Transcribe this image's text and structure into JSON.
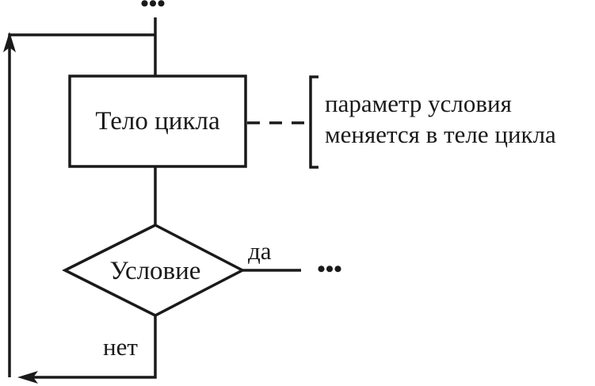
{
  "diagram": {
    "type": "flowchart",
    "title": "",
    "top_continuation": "•••",
    "body_block": {
      "label": "Тело цикла"
    },
    "condition_block": {
      "label": "Условие"
    },
    "yes_label": "да",
    "yes_continuation": "•••",
    "no_label": "нет",
    "annotation": {
      "line1": "параметр условия",
      "line2": "меняется в теле цикла"
    },
    "colors": {
      "stroke": "#1a1a1a",
      "background": "#ffffff"
    }
  }
}
